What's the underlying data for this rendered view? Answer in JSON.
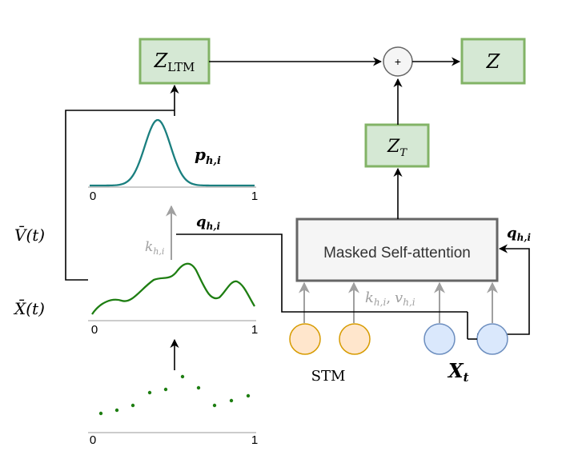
{
  "colors": {
    "green_fill": "#d5e8d4",
    "green_stroke": "#82b366",
    "gray_box_fill": "#f5f5f5",
    "gray_box_stroke": "#666666",
    "orange_fill": "#ffe6cc",
    "orange_stroke": "#d79b00",
    "blue_fill": "#dae8fc",
    "blue_stroke": "#6c8ebf",
    "teal_curve": "#1a7f7f",
    "green_curve": "#1e7e12",
    "dot_color": "#1e7e12",
    "arrow_gray": "#a0a0a0",
    "arrow_black": "#000000"
  },
  "boxes": {
    "z_ltm": {
      "base": "Z",
      "sub": "LTM"
    },
    "z_out": {
      "base": "Z"
    },
    "z_t": {
      "base": "Z",
      "sub": "T"
    },
    "plus": "+",
    "masked_self_attention": "Masked Self-attention"
  },
  "labels": {
    "p_hi": {
      "base": "p",
      "sub": "h,i"
    },
    "q_hi_left": {
      "base": "q",
      "sub": "h,i"
    },
    "q_hi_right": {
      "base": "q",
      "sub": "h,i"
    },
    "k_hi": {
      "base": "k",
      "sub": "h,i"
    },
    "kv_hi": {
      "k": "k",
      "v": "v",
      "sub": "h,i",
      "sep": ","
    },
    "v_bar_t": "V̄(t)",
    "x_bar_t": "X̄(t)",
    "stm": "STM",
    "x_t": {
      "base": "X",
      "sub": "t"
    }
  },
  "axes": {
    "top": {
      "min": "0",
      "max": "1"
    },
    "middle": {
      "min": "0",
      "max": "1"
    },
    "bottom": {
      "min": "0",
      "max": "1"
    }
  }
}
